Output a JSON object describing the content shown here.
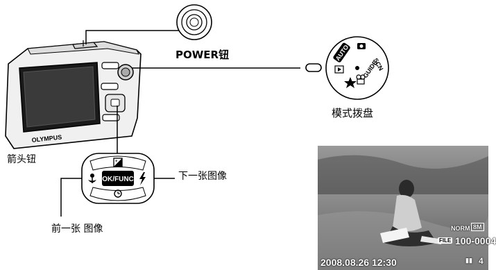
{
  "labels": {
    "power": "POWER钮",
    "mode_dial": "模式拨盘",
    "arrow_pad": "箭头钮",
    "next_image": "下一张图像",
    "prev_image": "前一张 图像"
  },
  "camera": {
    "brand": "OLYMPUS"
  },
  "pad": {
    "center": "OK/FUNC"
  },
  "dial": {
    "auto": "AUTO",
    "guide": "GUIDE",
    "scn": "SCN"
  },
  "photo_overlay": {
    "quality": "NORM",
    "size": "8M",
    "file_badge": "FILE",
    "file_number": "100-0004",
    "datetime": "2008.08.26  12:30",
    "frame": "4"
  },
  "icons": [
    "power-button-icon",
    "exposure-icon",
    "macro-icon",
    "flash-icon",
    "self-timer-icon",
    "playback-icon",
    "camera-icon",
    "movie-icon",
    "favorite-icon",
    "protect-icon"
  ]
}
